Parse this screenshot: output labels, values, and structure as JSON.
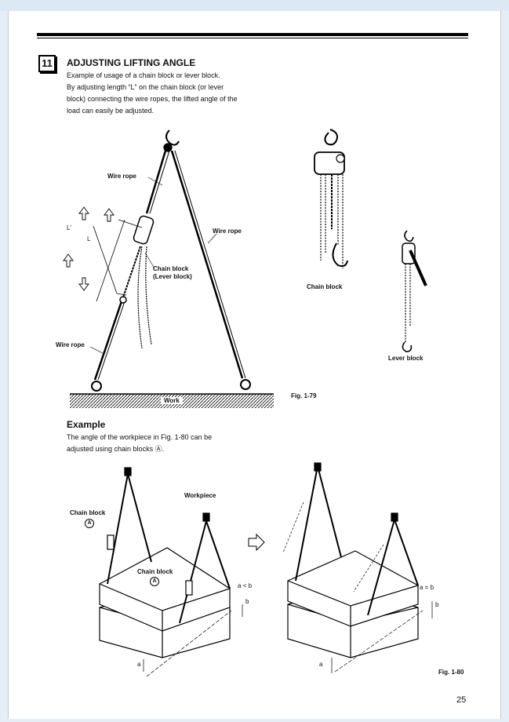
{
  "section": {
    "number": "11",
    "title": "ADJUSTING LIFTING ANGLE",
    "intro_lines": [
      "Example of usage of a chain block or lever block.",
      "By adjusting length “L” on the chain block (or lever",
      "block) connecting the wire ropes, the lifted angle of the",
      "load can easily be adjusted."
    ]
  },
  "fig79": {
    "labels": {
      "wire_rope_top": "Wire rope",
      "wire_rope_right": "Wire rope",
      "wire_rope_left": "Wire rope",
      "chain_block_line1": "Chain block",
      "chain_block_line2": "(Lever block)",
      "work": "Work",
      "chain_block": "Chain block",
      "lever_block": "Lever block",
      "dim_l_prime": "L'",
      "dim_l": "L"
    },
    "caption": "Fig. 1-79"
  },
  "example": {
    "heading": "Example",
    "lines": [
      "The angle of the workpiece in Fig. 1-80 can be",
      "adjusted using chain blocks Ⓐ."
    ]
  },
  "fig80": {
    "labels": {
      "chain_block_1": "Chain block",
      "chain_block_2": "Chain block",
      "workpiece": "Workpiece",
      "marker_a": "A",
      "a_lt_b": "a < b",
      "a_eq_b": "a = b",
      "a": "a",
      "b": "b",
      "arrow": "⇨"
    },
    "caption": "Fig. 1-80"
  },
  "page_number": "25"
}
